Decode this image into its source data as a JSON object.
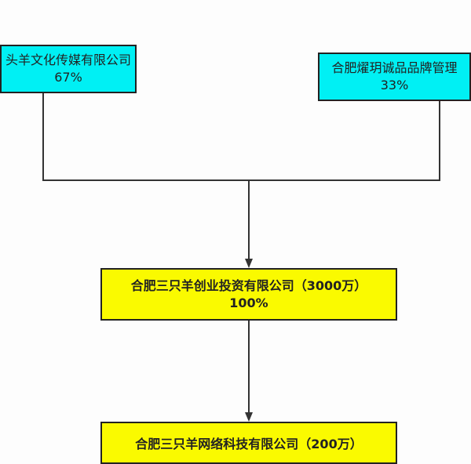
{
  "shareholders": [
    {
      "name": "头羊文化传媒有限公司",
      "share": "67%"
    },
    {
      "name": "合肥燿玥诚品品牌管理",
      "share": "33%"
    }
  ],
  "middle_company": {
    "name": "合肥三只羊创业投资有限公司（3000万）",
    "share": "100%"
  },
  "bottom_company": {
    "name": "合肥三只羊网络科技有限公司（200万）"
  },
  "colors": {
    "shareholder_fill": "#00f0f4",
    "company_fill": "#fafa00"
  }
}
